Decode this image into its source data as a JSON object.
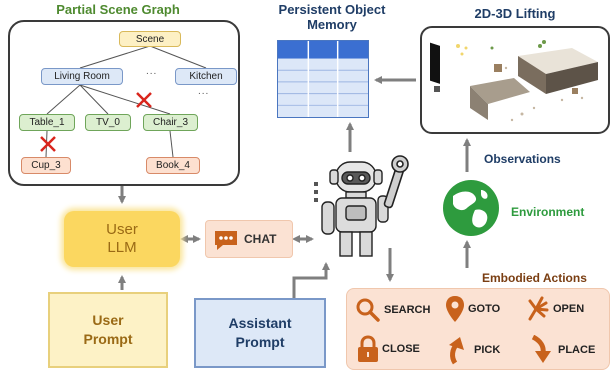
{
  "scene_graph": {
    "title": "Partial Scene Graph",
    "root": "Scene",
    "rooms": [
      "Living Room",
      "Kitchen"
    ],
    "objects": [
      "Table_1",
      "TV_0",
      "Chair_3"
    ],
    "leaves": [
      "Cup_3",
      "Book_4"
    ],
    "ellipsis": "..."
  },
  "memory": {
    "title_line1": "Persistent Object",
    "title_line2": "Memory"
  },
  "lifting": {
    "title": "2D-3D Lifting"
  },
  "observations": "Observations",
  "environment": "Environment",
  "user_llm": {
    "line1": "User",
    "line2": "LLM"
  },
  "chat": "CHAT",
  "user_prompt": {
    "line1": "User",
    "line2": "Prompt"
  },
  "assistant_prompt": {
    "line1": "Assistant",
    "line2": "Prompt"
  },
  "actions": {
    "title": "Embodied Actions",
    "items": [
      "SEARCH",
      "GOTO",
      "OPEN",
      "CLOSE",
      "PICK",
      "PLACE"
    ]
  },
  "colors": {
    "green_title": "#4e8a2f",
    "navy": "#1f3d66",
    "orange_icon": "#c8621c",
    "llm_fill": "#fbd760",
    "cross": "#d9251c"
  }
}
